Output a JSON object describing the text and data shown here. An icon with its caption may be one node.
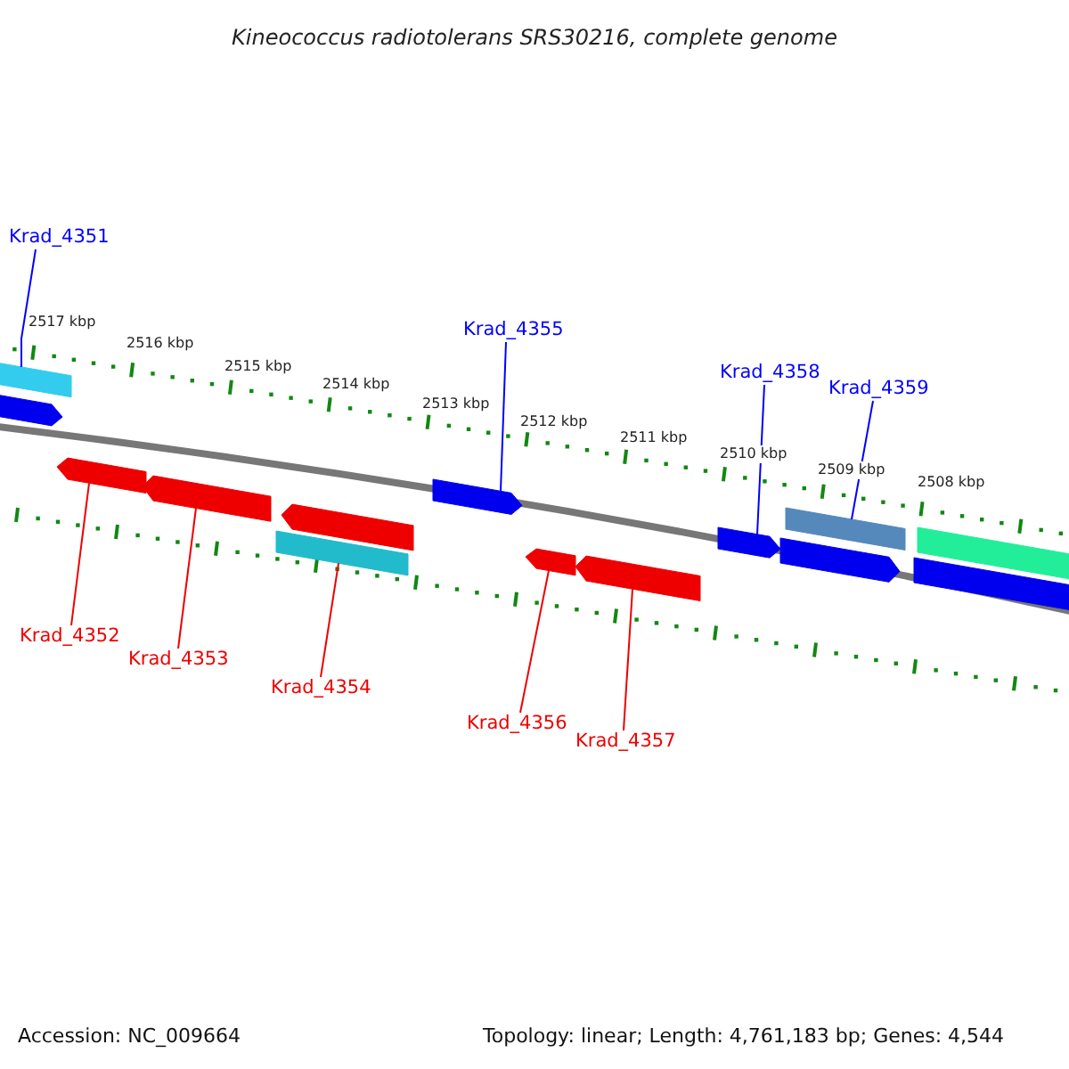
{
  "diagram": {
    "title": "Kineococcus radiotolerans SRS30216, complete genome",
    "nodes": [
      {
        "text": [
          "Krad_4351"
        ]
      },
      {
        "text": [
          "Krad_4355"
        ]
      },
      {
        "text": [
          "Krad_4358"
        ]
      },
      {
        "text": [
          "Krad_4359"
        ]
      },
      {
        "text": [
          "Krad_4352"
        ]
      },
      {
        "text": [
          "Krad_4353"
        ]
      },
      {
        "text": [
          "Krad_4354"
        ]
      },
      {
        "text": [
          "Krad_4356"
        ]
      },
      {
        "text": [
          "Krad_4357"
        ]
      },
      {
        "text": [],
        "shape": "bar"
      },
      {
        "text": [],
        "shape": "arrow"
      },
      {
        "text": [],
        "shape": "arrow"
      },
      {
        "text": [],
        "shape": "arrow"
      },
      {
        "text": [],
        "shape": "bar"
      },
      {
        "text": [],
        "shape": "arrow"
      },
      {
        "text": [],
        "shape": "arrow"
      },
      {
        "text": [],
        "shape": "arrow"
      },
      {
        "text": [],
        "shape": "arrow"
      },
      {
        "text": [],
        "shape": "arrow"
      },
      {
        "text": [],
        "shape": "arrow"
      },
      {
        "text": [],
        "shape": "bar"
      },
      {
        "text": [],
        "shape": "bar"
      },
      {
        "text": [],
        "shape": "bar"
      }
    ],
    "edges": [
      {
        "from": 0,
        "to": 9,
        "arrow": "none",
        "color": "#0000ff"
      },
      {
        "from": 1,
        "to": 15,
        "arrow": "none",
        "color": "#0000ff"
      },
      {
        "from": 2,
        "to": 18,
        "arrow": "none",
        "color": "#0000ff"
      },
      {
        "from": 3,
        "to": 20,
        "arrow": "none",
        "color": "#0000ff"
      },
      {
        "from": 4,
        "to": 11,
        "arrow": "none"
      },
      {
        "from": 5,
        "to": 12,
        "arrow": "none"
      },
      {
        "from": 6,
        "to": 13,
        "arrow": "none"
      },
      {
        "from": 7,
        "to": 16,
        "arrow": "none"
      },
      {
        "from": 8,
        "to": 17,
        "arrow": "none"
      }
    ],
    "labels": [
      "2517 kbp",
      "2516 kbp",
      "2515 kbp",
      "2514 kbp",
      "2513 kbp",
      "2512 kbp",
      "2511 kbp",
      "2510 kbp",
      "2509 kbp",
      "2508 kbp",
      "Accession: NC_009664",
      "Topology: linear; Length: 4,761,183 bp; Genes: 4,544"
    ]
  }
}
